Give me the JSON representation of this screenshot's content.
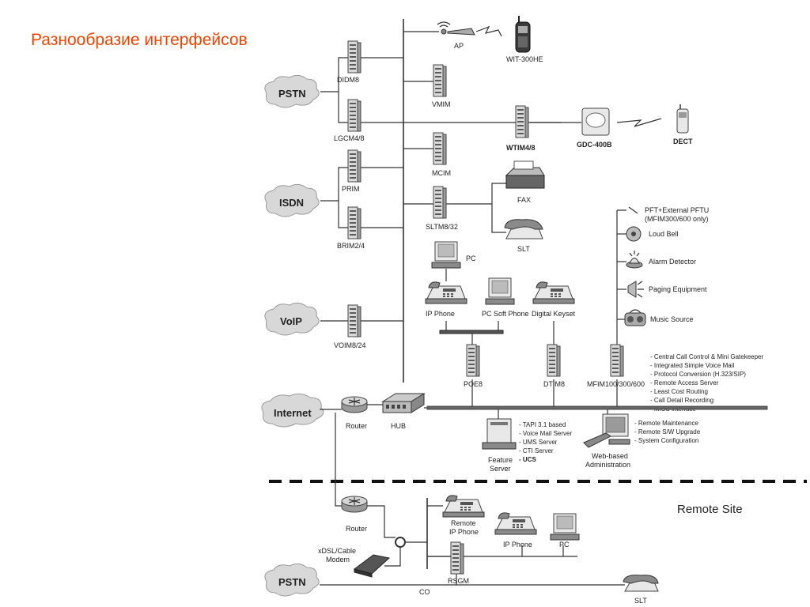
{
  "title": "Разнообразие интерфейсов",
  "clouds": {
    "pstn_top": "PSTN",
    "isdn": "ISDN",
    "voip": "VoIP",
    "internet": "Internet",
    "pstn_bottom": "PSTN"
  },
  "modules": {
    "didm8": "DIDM8",
    "lgcm48": "LGCM4/8",
    "prim": "PRIM",
    "brim24": "BRIM2/4",
    "voim824": "VOIM8/24",
    "vmim": "VMIM",
    "wtim48": "WTIM4/8",
    "mcim": "MCIM",
    "sltm832": "SLTM8/32",
    "poe8": "POE8",
    "dtim8": "DTIM8",
    "mfim": "MFIM100/300/600",
    "rsgm": "RSGM"
  },
  "devices": {
    "ap": "AP",
    "wit300he": "WIT-300HE",
    "gdc400b": "GDC-400B",
    "dect": "DECT",
    "fax": "FAX",
    "slt": "SLT",
    "pc": "PC",
    "ip_phone": "IP Phone",
    "pc_soft_phone": "PC Soft Phone",
    "digital_keyset": "Digital Keyset",
    "router": "Router",
    "hub": "HUB",
    "feature_server_1": "Feature",
    "feature_server_2": "Server",
    "web_admin_1": "Web-based",
    "web_admin_2": "Administration",
    "remote_router": "Router",
    "remote_ip_phone_1": "Remote",
    "remote_ip_phone_2": "IP Phone",
    "remote_ip_phone_b": "IP Phone",
    "remote_pc": "PC",
    "modem_1": "xDSL/Cable",
    "modem_2": "Modem",
    "co": "CO",
    "remote_slt": "SLT"
  },
  "mfim_devices": {
    "pft_1": "PFT+External PFTU",
    "pft_2": "(MFIM300/600 only)",
    "loud_bell": "Loud Bell",
    "alarm": "Alarm Detector",
    "paging": "Paging Equipment",
    "music": "Music Source"
  },
  "mfim_features": [
    "- Central Call Control & Mini Gatekeeper",
    "- Integrated Simple Voice Mail",
    "- Protocol Conversion (H.323/SIP)",
    "- Remote Access Server",
    "- Least Cost Routing",
    "- Call Detail Recording",
    "- MISC interface"
  ],
  "feature_server_list": [
    "- TAPI 3.1 based",
    "- Voice Mail Server",
    "- UMS Server",
    "- CTI Server",
    "- UCS"
  ],
  "web_admin_list": [
    "- Remote Maintenance",
    "- Remote S/W Upgrade",
    "- System Configuration"
  ],
  "remote_site": "Remote Site"
}
